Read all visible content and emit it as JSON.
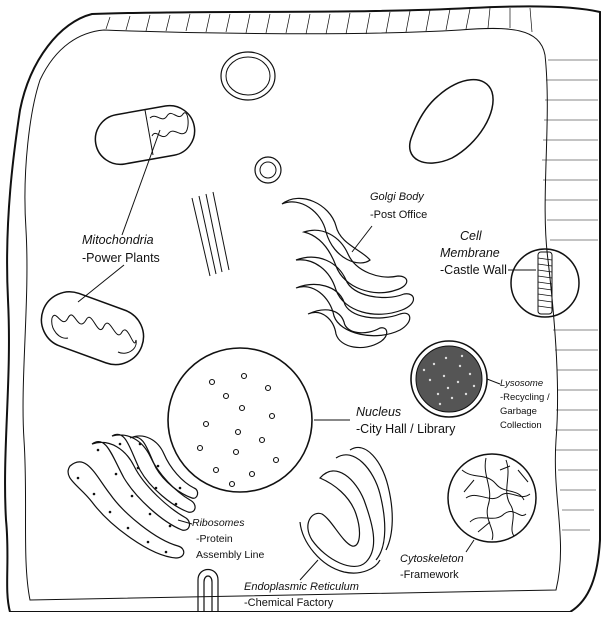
{
  "diagram": {
    "labels": {
      "mitochondria": {
        "name": "Mitochondria",
        "role": "-Power Plants"
      },
      "golgi": {
        "name": "Golgi Body",
        "role": "-Post Office"
      },
      "membrane": {
        "name_line1": "Cell",
        "name_line2": "Membrane",
        "role": "-Castle Wall"
      },
      "nucleus": {
        "name": "Nucleus",
        "role": "-City Hall / Library"
      },
      "lysosome": {
        "name": "Lysosome",
        "role_line1": "-Recycling /",
        "role_line2": "Garbage",
        "role_line3": "Collection"
      },
      "ribosomes": {
        "name": "Ribosomes",
        "role_line1": "-Protein",
        "role_line2": "Assembly Line"
      },
      "er": {
        "name": "Endoplasmic Reticulum",
        "role": "-Chemical Factory"
      },
      "cytoskeleton": {
        "name": "Cytoskeleton",
        "role": "-Framework"
      }
    }
  }
}
